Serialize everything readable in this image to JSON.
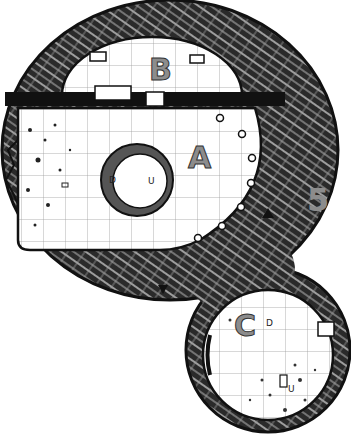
{
  "diagram": {
    "nodes": [
      {
        "text": [
          "B"
        ]
      },
      {
        "text": [
          "A"
        ]
      },
      {
        "text": [
          "C"
        ]
      }
    ],
    "labels": [
      "5",
      "D",
      "U",
      "D",
      "U"
    ]
  }
}
